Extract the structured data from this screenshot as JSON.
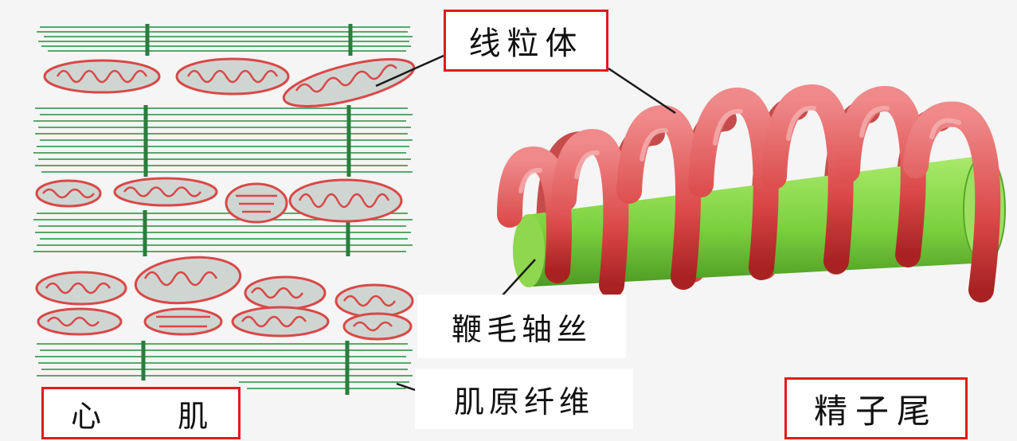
{
  "labels": {
    "mitochondria": "线粒体",
    "axoneme": "鞭毛轴丝",
    "myofibril": "肌原纤维",
    "heart_muscle_a": "心",
    "heart_muscle_b": "肌",
    "sperm_tail": "精子尾"
  },
  "colors": {
    "background": "#f4f5f4",
    "label_border": "#e01b1b",
    "fibril_green": "#3f9a55",
    "mito_red": "#d94848",
    "mito_fill": "#cfd6d2",
    "axoneme_green": "#7bd33c",
    "coil_red": "#dc4a4a"
  }
}
